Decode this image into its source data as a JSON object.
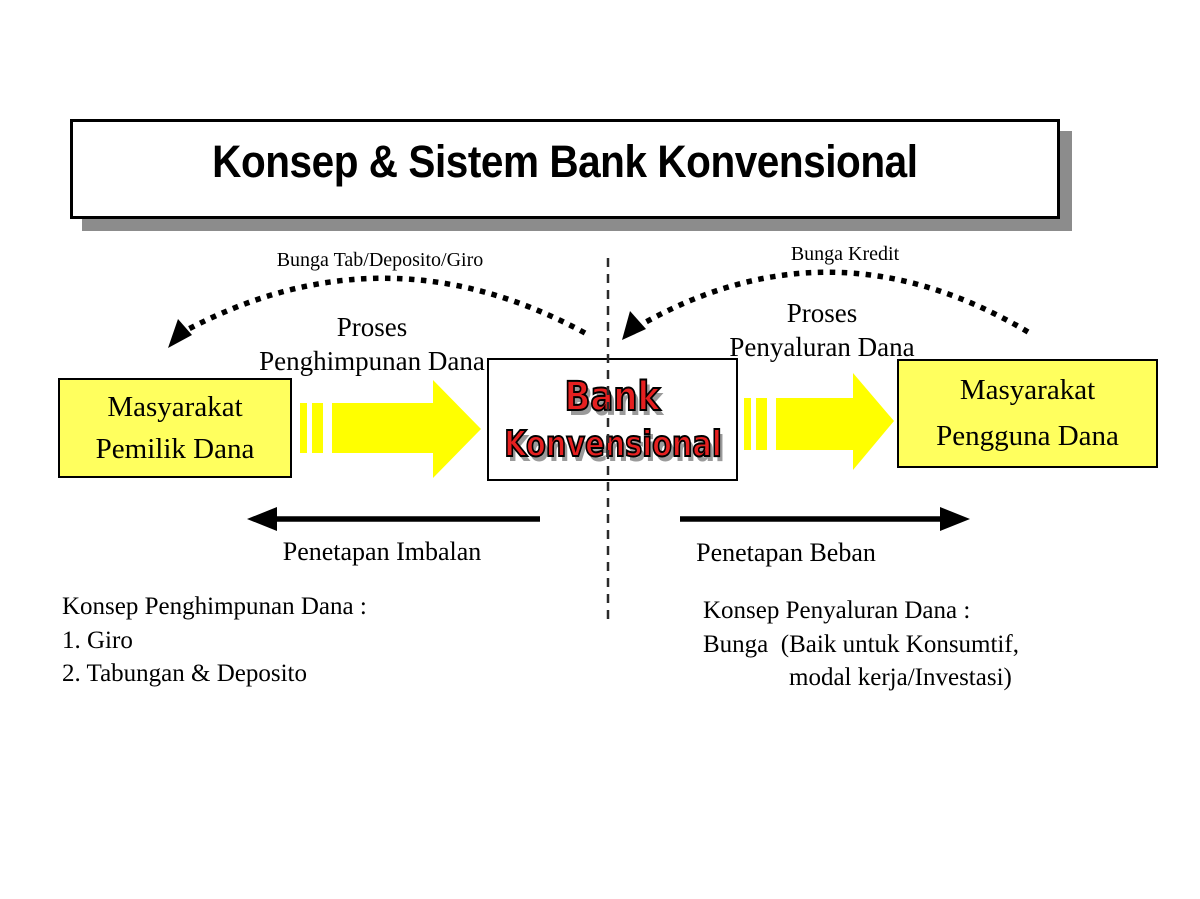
{
  "title": {
    "text": "Konsep & Sistem Bank Konvensional"
  },
  "colors": {
    "box-yellow": "#FFFF5E",
    "arrow-yellow": "#FFFF00",
    "wordart-red": "#E62020",
    "shadow-gray": "#8C8C8C",
    "dash-gray": "#2A2A2A"
  },
  "bank": {
    "line1": "Bank",
    "line2": "Konvensional"
  },
  "funding": {
    "interest_arrow_label": "Bunga Tab/Deposito/Giro",
    "process_line1": "Proses",
    "process_line2": "Penghimpunan Dana",
    "box_line1": "Masyarakat",
    "box_line2": "Pemilik Dana",
    "pricing_label": "Penetapan Imbalan",
    "concept_heading": "Konsep Penghimpunan Dana :",
    "concept_item1": "1. Giro",
    "concept_item2": "2. Tabungan & Deposito"
  },
  "lending": {
    "interest_arrow_label": "Bunga Kredit",
    "process_line1": "Proses",
    "process_line2": "Penyaluran Dana",
    "box_line1": "Masyarakat",
    "box_line2": "Pengguna Dana",
    "pricing_label": "Penetapan Beban",
    "concept_heading": "Konsep Penyaluran Dana :",
    "concept_line1": "Bunga  (Baik untuk Konsumtif,",
    "concept_line2": "modal kerja/Investasi)"
  }
}
